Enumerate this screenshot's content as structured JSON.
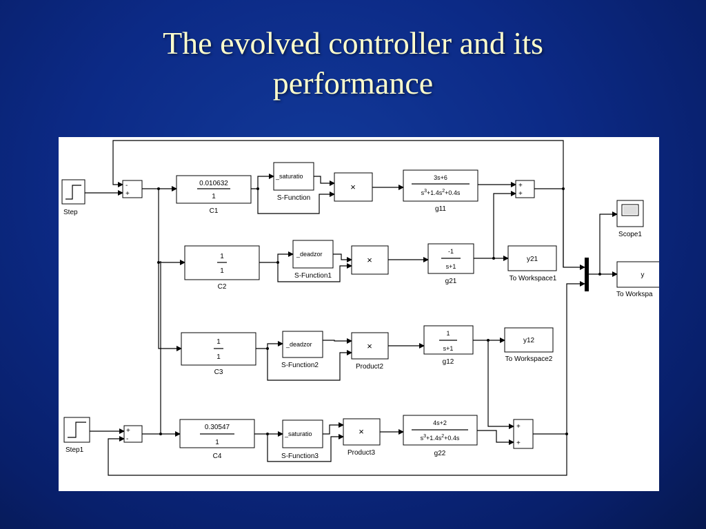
{
  "slide": {
    "title_line1": "The evolved controller and its",
    "title_line2": "performance"
  },
  "colors": {
    "background": "#0c2a86",
    "title": "#ffffcc",
    "diagram_bg": "#ffffff",
    "line": "#000000"
  },
  "diagram": {
    "sources": {
      "step": "Step",
      "step1": "Step1"
    },
    "sums": {
      "sum1": {
        "top": "-",
        "bottom": "+"
      },
      "sum2": {
        "top": "+",
        "bottom": "-"
      },
      "sum3": {
        "top": "+",
        "bottom": "+"
      },
      "sum4": {
        "top": "+",
        "bottom": "+"
      }
    },
    "gains": {
      "c1": {
        "num": "0.010632",
        "den": "1",
        "label": "C1"
      },
      "c2": {
        "num": "1",
        "den": "1",
        "label": "C2"
      },
      "c3": {
        "num": "1",
        "den": "1",
        "label": "C3"
      },
      "c4": {
        "num": "0.30547",
        "den": "1",
        "label": "C4"
      }
    },
    "sfunctions": {
      "sf": {
        "inner": "_saturatio",
        "label": "S-Function"
      },
      "sf1": {
        "inner": "_deadzor",
        "label": "S-Function1"
      },
      "sf2": {
        "inner": "_deadzor",
        "label": "S-Function2"
      },
      "sf3": {
        "inner": "_saturatio",
        "label": "S-Function3"
      }
    },
    "products": {
      "p1": {
        "symbol": "×",
        "label": ""
      },
      "p2": {
        "symbol": "×",
        "label": ""
      },
      "p3": {
        "symbol": "×",
        "label": "Product2"
      },
      "p4": {
        "symbol": "×",
        "label": "Product3"
      }
    },
    "transfer_functions": {
      "g11": {
        "num": "3s+6",
        "den_a": "s",
        "den_sup1": "3",
        "den_b": "+1.4s",
        "den_sup2": "2",
        "den_c": "+0.4s",
        "label": "g11"
      },
      "g21": {
        "num": "-1",
        "den": "s+1",
        "label": "g21"
      },
      "g12": {
        "num": "1",
        "den": "s+1",
        "label": "g12"
      },
      "g22": {
        "num": "4s+2",
        "den_a": "s",
        "den_sup1": "3",
        "den_b": "+1.4s",
        "den_sup2": "2",
        "den_c": "+0.4s",
        "label": "g22"
      }
    },
    "workspaces": {
      "y21": {
        "var": "y21",
        "label": "To Workspace1"
      },
      "y12": {
        "var": "y12",
        "label": "To Workspace2"
      },
      "y": {
        "var": "y",
        "label": "To Workspa"
      }
    },
    "scope": {
      "label": "Scope1"
    }
  }
}
